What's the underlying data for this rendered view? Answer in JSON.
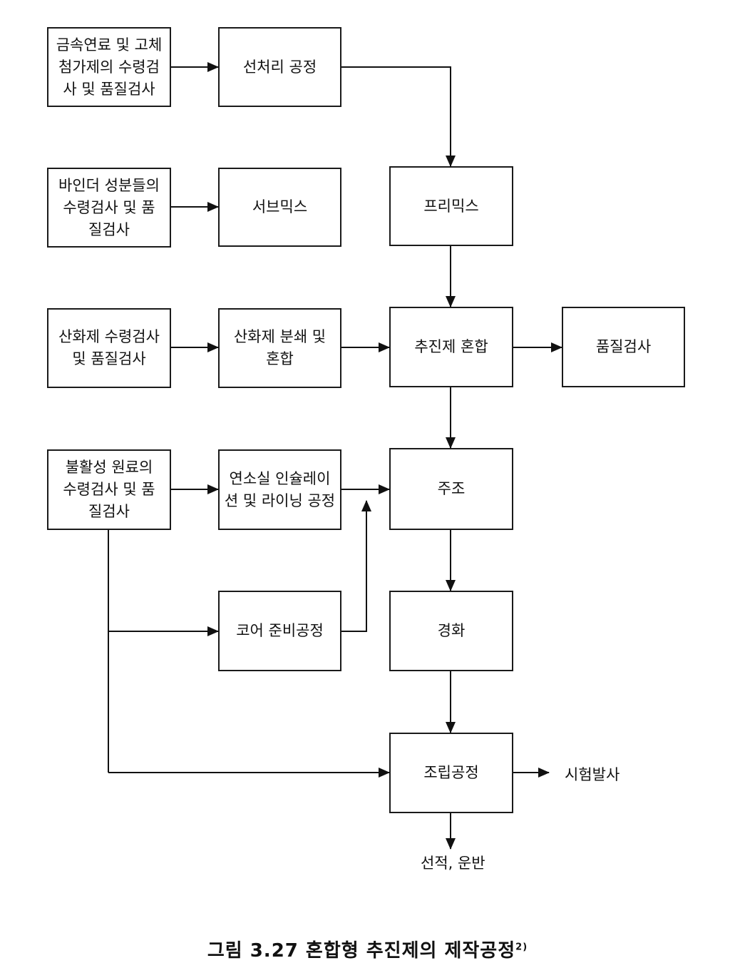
{
  "nodes": {
    "metal_fuel_inspection": "금속연료 및 고체 첨가제의 수령검사 및 품질검사",
    "pretreatment": "선처리 공정",
    "binder_inspection": "바인더 성분들의 수령검사 및 품질검사",
    "submix": "서브믹스",
    "premix": "프리믹스",
    "oxidizer_inspection": "산화제 수령검사 및 품질검사",
    "oxidizer_grinding": "산화제 분쇄 및 혼합",
    "propellant_mixing": "추진제 혼합",
    "quality_inspection": "품질검사",
    "inert_inspection": "불활성 원료의 수령검사 및 품질검사",
    "chamber_insulation": "연소실 인슐레이션 및 라이닝 공정",
    "casting": "주조",
    "core_prep": "코어 준비공정",
    "curing": "경화",
    "assembly": "조립공정",
    "test_firing": "시험발사",
    "shipping": "선적, 운반"
  },
  "caption": {
    "text": "그림 3.27   혼합형 추진제의 제작공정",
    "ref": "2)"
  }
}
